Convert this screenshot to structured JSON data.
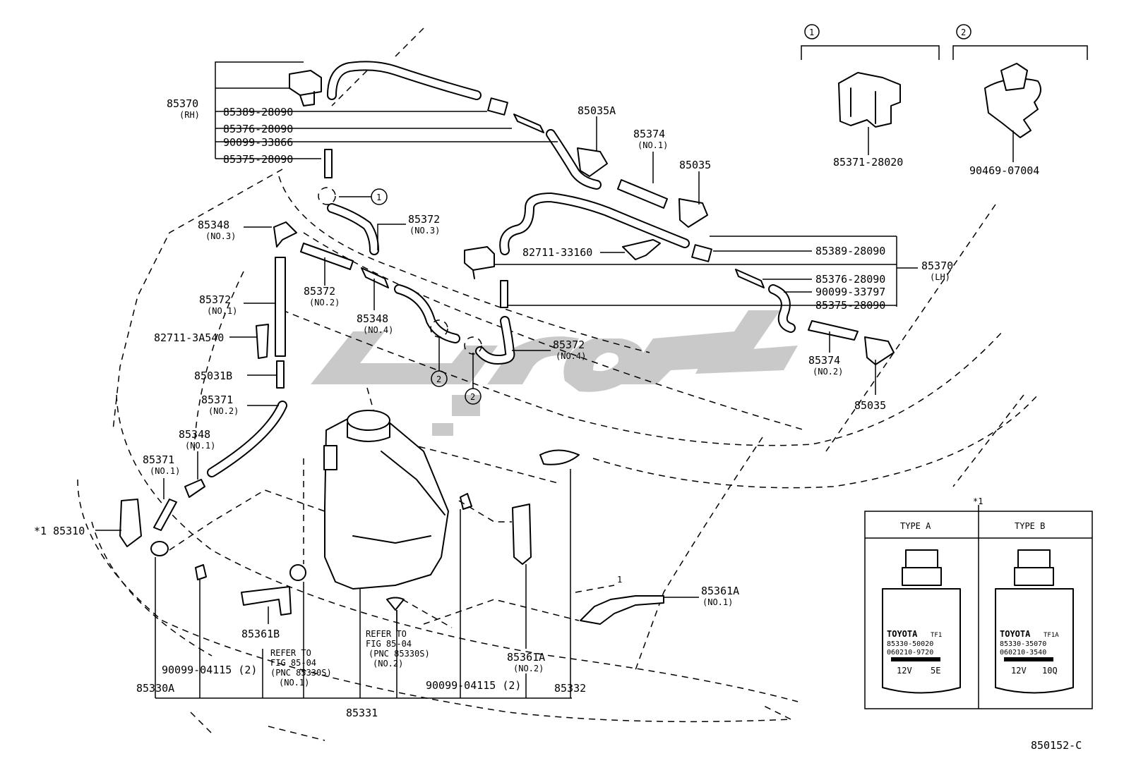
{
  "callouts": {
    "c1_rh_group": "85370",
    "c1_rh_sub": "(RH)",
    "c2": "85389-28090",
    "c3": "85376-28090",
    "c4": "90099-33866",
    "c5": "85375-28090",
    "c6": "85035A",
    "c7": "85374",
    "c7_sub": "(NO.1)",
    "c8": "85035",
    "c9": "85372",
    "c9_sub": "(NO.3)",
    "c10": "85348",
    "c10_sub": "(NO.3)",
    "c11": "82711-33160",
    "c12": "85389-28090",
    "c13": "85370",
    "c13_sub": "(LH)",
    "c14": "85376-28090",
    "c15": "90099-33797",
    "c16": "85375-28090",
    "c17": "85372",
    "c17_sub": "(NO.1)",
    "c18": "85372",
    "c18_sub": "(NO.2)",
    "c19": "85348",
    "c19_sub": "(NO.4)",
    "c20": "82711-3A540",
    "c21": "85372",
    "c21_sub": "(NO.4)",
    "c22": "85374",
    "c22_sub": "(NO.2)",
    "c23": "85035",
    "c24": "85031B",
    "c25": "85371",
    "c25_sub": "(NO.2)",
    "c26": "85348",
    "c26_sub": "(NO.1)",
    "c27": "85371",
    "c27_sub": "(NO.1)",
    "c28": "*1 85310",
    "c29": "85361A",
    "c29_sub": "(NO.1)",
    "c30": "85361B",
    "c31": "85361A",
    "c31_sub": "(NO.2)",
    "c32": "90099-04115 (2)",
    "c33": "90099-04115 (2)",
    "c34": "85330A",
    "c35": "85331",
    "c36": "85332",
    "c37": "1"
  },
  "refer_notes": {
    "n1_l1": "REFER TO",
    "n1_l2": "FIG 85-04",
    "n1_l3": "(PNC 85330S)",
    "n1_l4": "(NO.1)",
    "n2_l1": "REFER TO",
    "n2_l2": "FIG 85-04",
    "n2_l3": "(PNC 85330S)",
    "n2_l4": "(NO.2)"
  },
  "inset_1": {
    "marker": "1",
    "part": "85371-28020"
  },
  "inset_2": {
    "marker": "2",
    "part": "90469-07004"
  },
  "circle_markers": {
    "m1": "1",
    "m2a": "2",
    "m2b": "2"
  },
  "pump_types": {
    "note": "*1",
    "type_a": {
      "title": "TYPE A",
      "brand": "TOYOTA",
      "code": "TF1",
      "pn1": "85330-50020",
      "pn2": "060210-9720",
      "voltage": "12V",
      "rating": "5E"
    },
    "type_b": {
      "title": "TYPE B",
      "brand": "TOYOTA",
      "code": "TF1A",
      "pn1": "85330-35070",
      "pn2": "060210-3540",
      "voltage": "12V",
      "rating": "10Q"
    }
  },
  "figure_id": "850152-C"
}
